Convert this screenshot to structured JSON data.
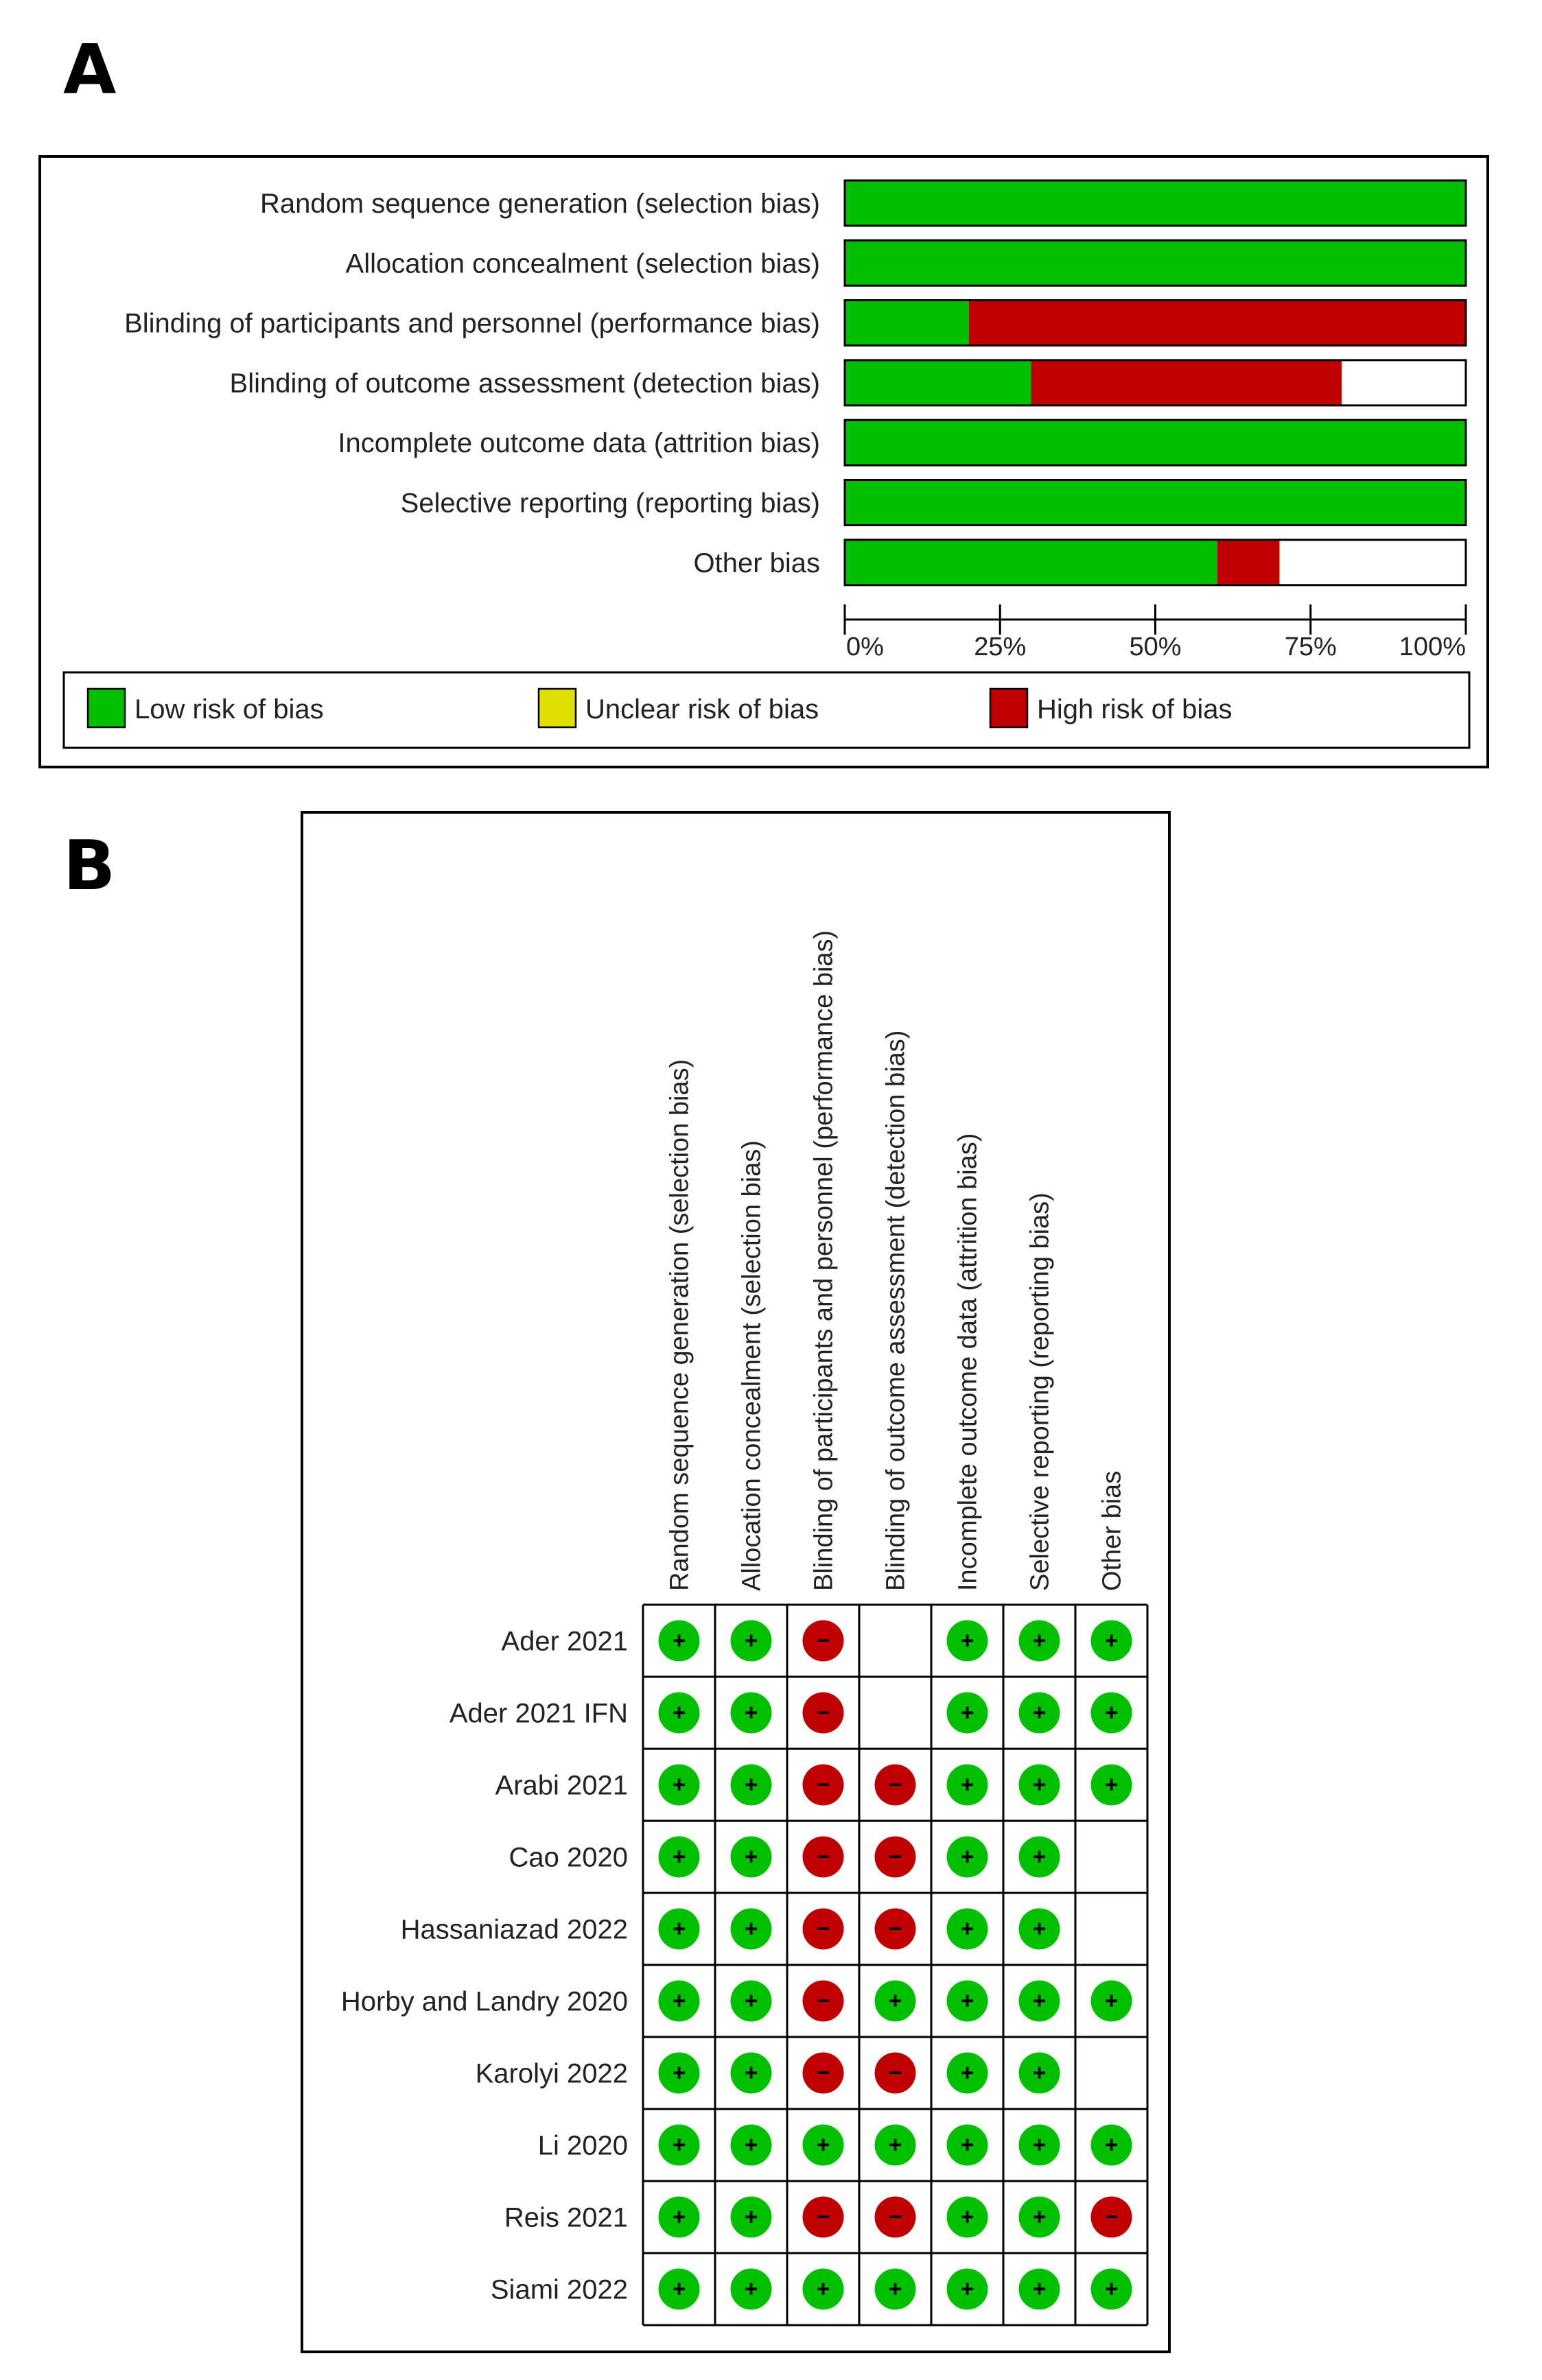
{
  "panel_a_label": "A",
  "panel_b_label": "B",
  "colors": {
    "low": "#00c000",
    "unclear": "#e0e000",
    "high": "#c00000"
  },
  "icons": {
    "low": "+",
    "high": "−"
  },
  "chart_data": [
    {
      "type": "bar",
      "orientation": "horizontal",
      "stacked": true,
      "categories": [
        "Random sequence generation (selection bias)",
        "Allocation concealment (selection bias)",
        "Blinding of participants and personnel (performance bias)",
        "Blinding of outcome assessment (detection bias)",
        "Incomplete outcome data (attrition bias)",
        "Selective reporting (reporting bias)",
        "Other bias"
      ],
      "series": [
        {
          "name": "Low risk of bias",
          "color": "#00c000",
          "values": [
            100,
            100,
            20,
            30,
            100,
            100,
            60
          ]
        },
        {
          "name": "Unclear risk of bias",
          "color": "#e0e000",
          "values": [
            0,
            0,
            0,
            0,
            0,
            0,
            0
          ]
        },
        {
          "name": "High risk of bias",
          "color": "#c00000",
          "values": [
            0,
            0,
            80,
            50,
            0,
            0,
            10
          ]
        }
      ],
      "xlim": [
        0,
        100
      ],
      "xticks": [
        "0%",
        "25%",
        "50%",
        "75%",
        "100%"
      ],
      "legend_position": "bottom"
    },
    {
      "type": "table",
      "columns": [
        "Random sequence generation (selection bias)",
        "Allocation concealment (selection bias)",
        "Blinding of participants and personnel (performance bias)",
        "Blinding of outcome assessment (detection bias)",
        "Incomplete outcome data (attrition bias)",
        "Selective reporting (reporting bias)",
        "Other bias"
      ],
      "rows": [
        {
          "study": "Ader 2021",
          "ratings": [
            "low",
            "low",
            "high",
            null,
            "low",
            "low",
            "low"
          ]
        },
        {
          "study": "Ader 2021 IFN",
          "ratings": [
            "low",
            "low",
            "high",
            null,
            "low",
            "low",
            "low"
          ]
        },
        {
          "study": "Arabi 2021",
          "ratings": [
            "low",
            "low",
            "high",
            "high",
            "low",
            "low",
            "low"
          ]
        },
        {
          "study": "Cao 2020",
          "ratings": [
            "low",
            "low",
            "high",
            "high",
            "low",
            "low",
            null
          ]
        },
        {
          "study": "Hassaniazad 2022",
          "ratings": [
            "low",
            "low",
            "high",
            "high",
            "low",
            "low",
            null
          ]
        },
        {
          "study": "Horby and Landry 2020",
          "ratings": [
            "low",
            "low",
            "high",
            "low",
            "low",
            "low",
            "low"
          ]
        },
        {
          "study": "Karolyi 2022",
          "ratings": [
            "low",
            "low",
            "high",
            "high",
            "low",
            "low",
            null
          ]
        },
        {
          "study": "Li 2020",
          "ratings": [
            "low",
            "low",
            "low",
            "low",
            "low",
            "low",
            "low"
          ]
        },
        {
          "study": "Reis 2021",
          "ratings": [
            "low",
            "low",
            "high",
            "high",
            "low",
            "low",
            "high"
          ]
        },
        {
          "study": "Siami 2022",
          "ratings": [
            "low",
            "low",
            "low",
            "low",
            "low",
            "low",
            "low"
          ]
        }
      ]
    }
  ]
}
